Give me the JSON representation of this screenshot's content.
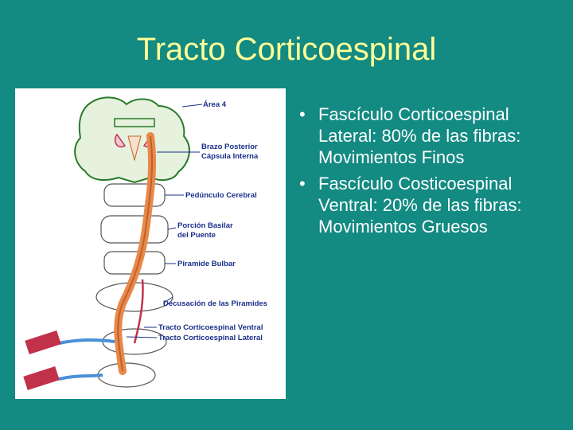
{
  "slide": {
    "title": "Tracto Corticoespinal"
  },
  "diagram": {
    "labels": {
      "area4": "Área 4",
      "brazo1": "Brazo Posterior",
      "brazo2": "Cápsula Interna",
      "peduncle": "Pedúnculo Cerebral",
      "basilar1": "Porción Basilar",
      "basilar2": "del Puente",
      "pyramid": "Piramide Bulbar",
      "decussation": "Decusación de las Piramides",
      "ventral": "Tracto Corticoespinal Ventral",
      "lateral": "Tracto Corticoespinal Lateral"
    },
    "colors": {
      "tract": "#e8894a",
      "tract_dark": "#c0602a",
      "brain_fill": "#e6f2dd",
      "brain_stroke": "#2a7a2a",
      "nerve": "#4a90d9",
      "muscle": "#c2314a",
      "label": "#1b2f8a"
    }
  },
  "bullets": [
    "Fascículo Corticoespinal Lateral: 80% de las fibras: Movimientos Finos",
    "Fascículo Costicoespinal Ventral: 20% de las fibras: Movimientos Gruesos"
  ],
  "bullet_symbol": "•"
}
